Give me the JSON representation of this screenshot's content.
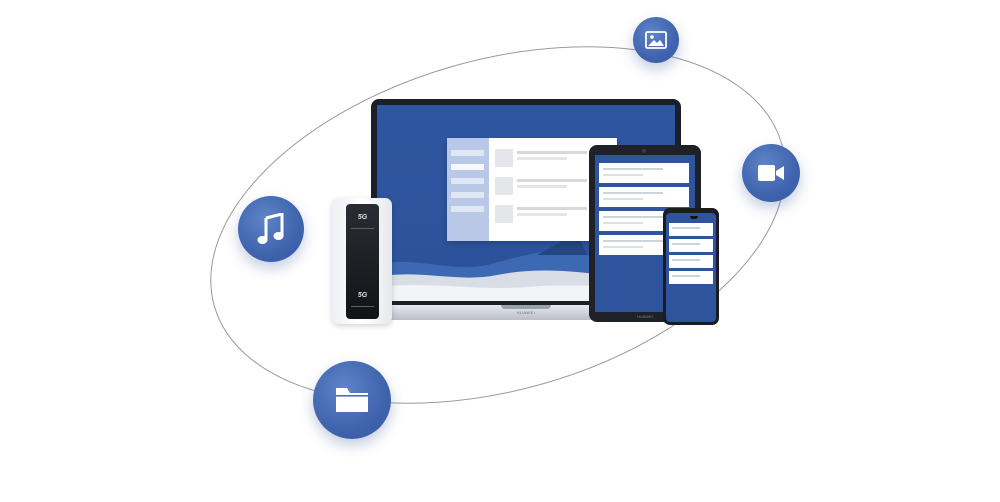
{
  "devices": {
    "laptop_brand": "HUAWEI",
    "tablet_brand": "HUAWEI",
    "mifi_top_label": "5G",
    "mifi_bottom_label": "5G"
  },
  "feature_icons": [
    {
      "name": "image-icon"
    },
    {
      "name": "video-camera-icon"
    },
    {
      "name": "music-note-icon"
    },
    {
      "name": "folder-icon"
    }
  ],
  "colors": {
    "accent": "#3f63ad",
    "screen": "#2e549d",
    "orbit": "#9a9a9a"
  }
}
